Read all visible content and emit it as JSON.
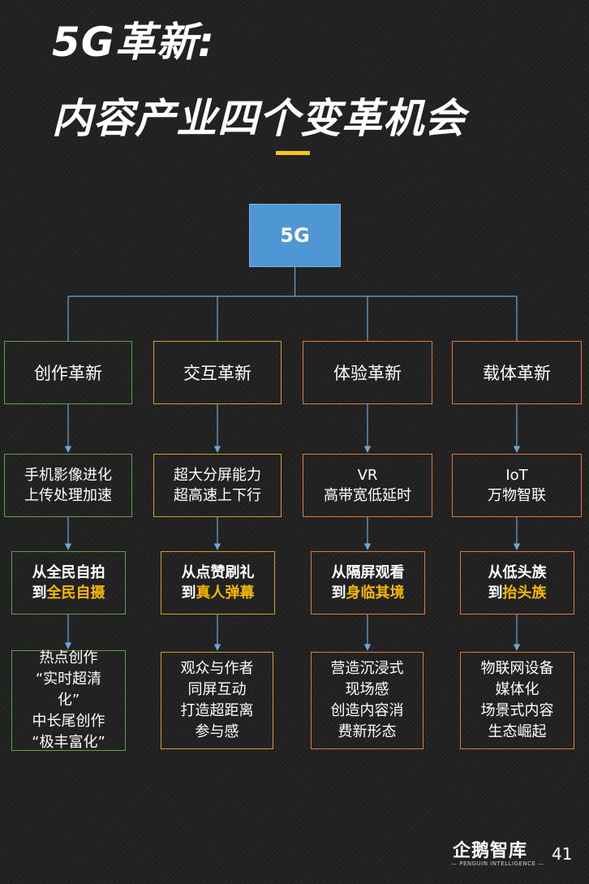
{
  "title": {
    "line1": "5G革新:",
    "line2": "内容产业四个变革机会"
  },
  "root": {
    "label": "5G"
  },
  "columns": [
    {
      "category": "创作革新",
      "sub": [
        "手机影像进化",
        "上传处理加速"
      ],
      "result": {
        "prefix": "从全民自拍",
        "to": "到",
        "highlight": "全民自摄"
      },
      "detail": [
        "热点创作",
        "“实时超清",
        "化”",
        "中长尾创作",
        "“极丰富化”"
      ]
    },
    {
      "category": "交互革新",
      "sub": [
        "超大分屏能力",
        "超高速上下行"
      ],
      "result": {
        "prefix": "从点赞刷礼",
        "to": "到",
        "highlight": "真人弹幕"
      },
      "detail": [
        "观众与作者",
        "同屏互动",
        "打造超距离",
        "参与感"
      ]
    },
    {
      "category": "体验革新",
      "sub": [
        "VR",
        "高带宽低延时"
      ],
      "result": {
        "prefix": "从隔屏观看",
        "to": "到",
        "highlight": "身临其境"
      },
      "detail": [
        "营造沉浸式",
        "现场感",
        "创造内容消",
        "费新形态"
      ]
    },
    {
      "category": "载体革新",
      "sub": [
        "IoT",
        "万物智联"
      ],
      "result": {
        "prefix": "从低头族",
        "to": "到",
        "highlight": "抬头族"
      },
      "detail": [
        "物联网设备",
        "媒体化",
        "场景式内容",
        "生态崛起"
      ]
    }
  ],
  "logo": {
    "main": "企鹅智库",
    "sub": "— PENGUIN INTELLIGENCE —"
  },
  "page_number": "41",
  "colors": {
    "background": "#222222",
    "root_fill": "#4f96d4",
    "connector": "#6aa8dc",
    "green": "#5fa04e",
    "gold": "#d4a017",
    "orange": "#e0793a",
    "highlight": "#f5b800",
    "accent_bar": "#f5c518"
  }
}
